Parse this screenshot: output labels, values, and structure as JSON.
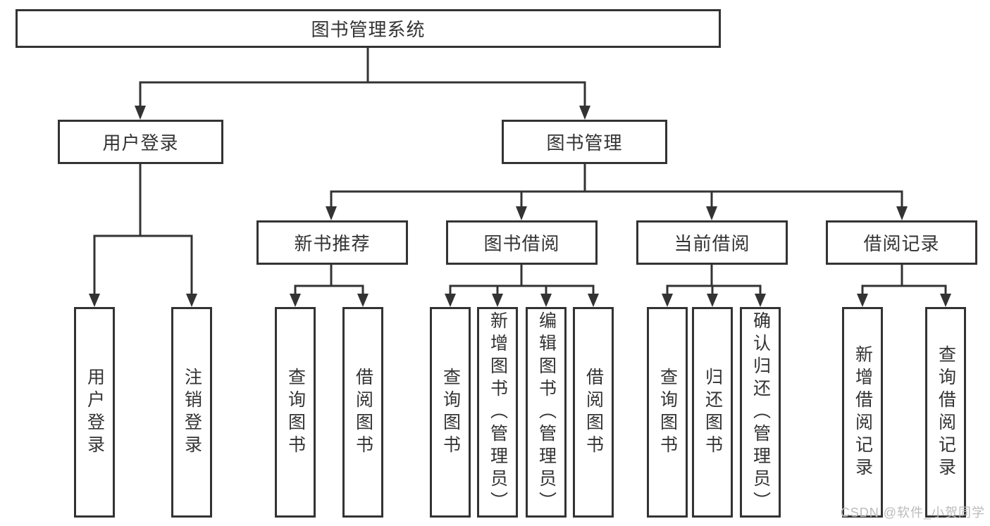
{
  "colors": {
    "line": "#333333",
    "text": "#333333",
    "watermark": "#bbbbbb",
    "background": "#ffffff"
  },
  "watermark": {
    "text": "CSDN @软件_小贺同学"
  },
  "tree": {
    "root": {
      "label": "图书管理系统"
    },
    "level2": [
      {
        "label": "用户登录",
        "children": [
          {
            "label": "用户登录"
          },
          {
            "label": "注销登录"
          }
        ]
      },
      {
        "label": "图书管理",
        "children": [
          {
            "label": "新书推荐",
            "children": [
              {
                "label": "查询图书"
              },
              {
                "label": "借阅图书"
              }
            ]
          },
          {
            "label": "图书借阅",
            "children": [
              {
                "label": "查询图书"
              },
              {
                "label": "新增图书（管理员）"
              },
              {
                "label": "编辑图书（管理员）"
              },
              {
                "label": "借阅图书"
              }
            ]
          },
          {
            "label": "当前借阅",
            "children": [
              {
                "label": "查询图书"
              },
              {
                "label": "归还图书"
              },
              {
                "label": "确认归还（管理员）"
              }
            ]
          },
          {
            "label": "借阅记录",
            "children": [
              {
                "label": "新增借阅记录"
              },
              {
                "label": "查询借阅记录"
              }
            ]
          }
        ]
      }
    ]
  }
}
